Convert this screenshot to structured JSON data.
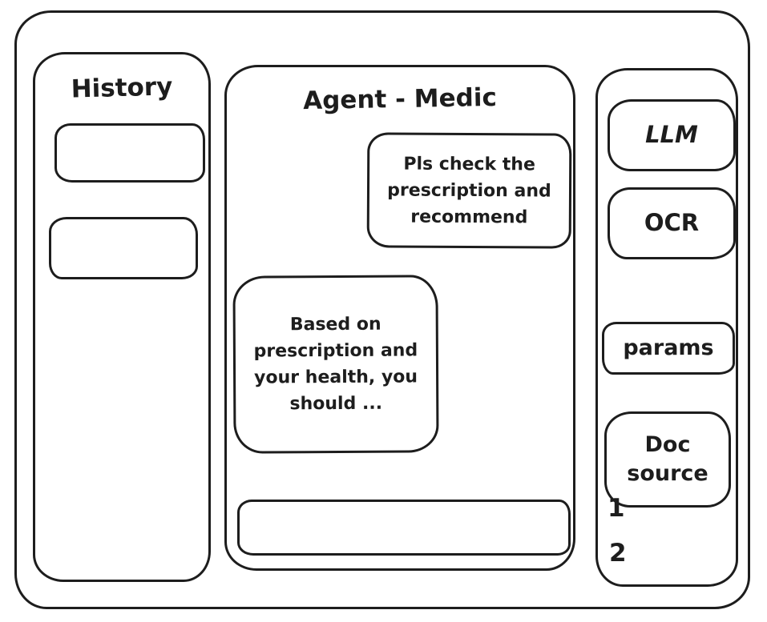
{
  "sidebar": {
    "title": "History",
    "items": [
      {
        "label": ""
      },
      {
        "label": ""
      }
    ]
  },
  "chat": {
    "title": "Agent - Medic",
    "messages": [
      {
        "role": "user",
        "text": "Pls check the prescription and recommend"
      },
      {
        "role": "assistant",
        "text": "Based on prescription and your health, you should ..."
      }
    ],
    "input": {
      "value": "",
      "placeholder": ""
    }
  },
  "tools": {
    "llm_label": "LLM",
    "ocr_label": "OCR",
    "params_label": "params",
    "doc_source_label": "Doc source",
    "doc_source_items": [
      "1",
      "2"
    ]
  },
  "colors": {
    "ink": "#1d1d1d",
    "background": "#ffffff"
  }
}
